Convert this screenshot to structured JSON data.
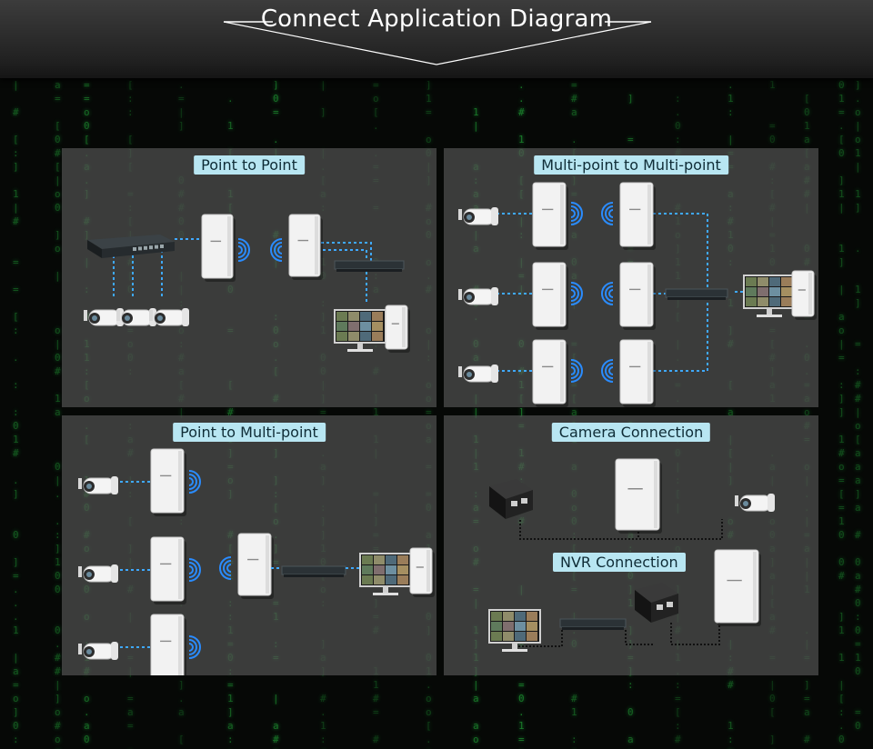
{
  "header": {
    "title": "Connect Application Diagram"
  },
  "panels": {
    "p2p": {
      "title": "Point to Point"
    },
    "mp2mp": {
      "title": "Multi-point to Multi-point"
    },
    "p2mp": {
      "title": "Point to Multi-point"
    },
    "camera": {
      "title": "Camera Connection",
      "subtitle": "NVR Connection"
    }
  },
  "colors": {
    "title_bg": "#b8e6f2",
    "link_blue": "#3fa9ff",
    "panel_bg": "#4d4d4d",
    "matrix_green": "#1d8a2e"
  },
  "icons": [
    "cpe-device-icon",
    "wifi-signal-icon",
    "ip-camera-icon",
    "network-switch-icon",
    "monitor-icon",
    "poe-injector-icon"
  ]
}
